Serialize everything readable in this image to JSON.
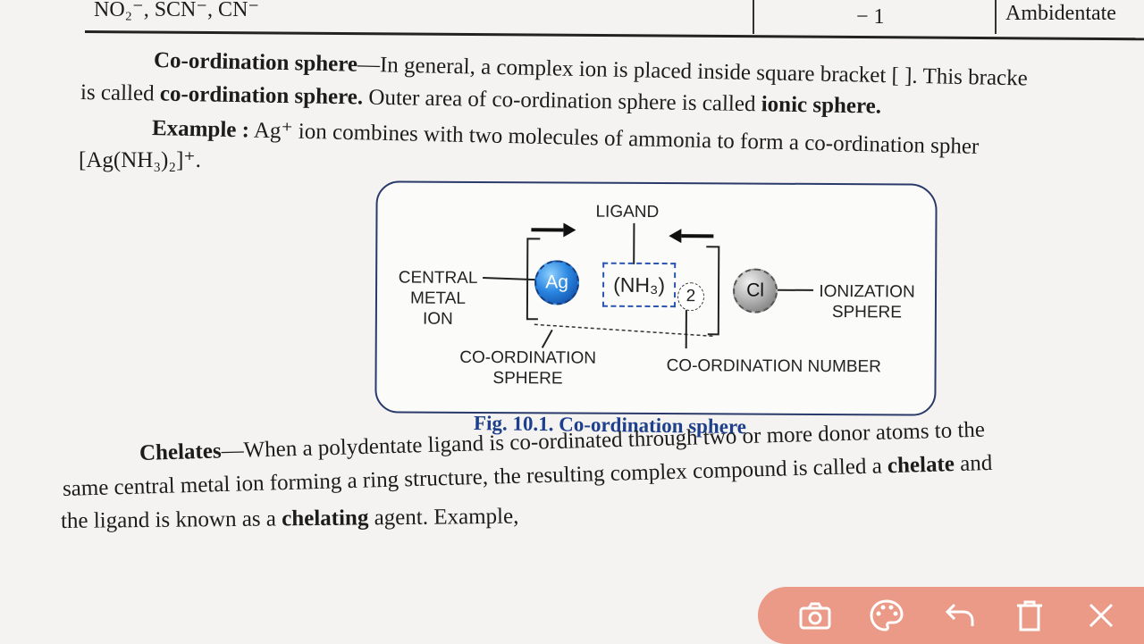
{
  "table_row": {
    "ligands": "NO₂⁻, SCN⁻, CN⁻",
    "charge": "− 1",
    "type": "Ambidentate"
  },
  "paragraphs": {
    "coord_sphere_title": "Co-ordination sphere",
    "coord_sphere_text1": "—In general, a complex ion is placed inside square bracket [ ]. This bracke",
    "coord_sphere_text2a": "is called ",
    "coord_sphere_bold2": "co-ordination sphere.",
    "coord_sphere_text2b": " Outer area of co-ordination sphere is called ",
    "coord_sphere_bold3": "ionic sphere.",
    "example_title": "Example :",
    "example_text": " Ag⁺ ion combines with two molecules of ammonia to form a co-ordination spher",
    "example_formula": "[Ag(NH₃)₂]⁺.",
    "chelates_title": "Chelates",
    "chelates_text1": "—When a polydentate ligand is co-ordinated through two or more donor atoms to the",
    "chelates_text2a": "same central metal ion forming a ring structure, the resulting complex compound is called a ",
    "chelates_bold2": "chelate",
    "chelates_text2b": " and",
    "chelates_text3a": "the ligand is known as a ",
    "chelates_bold3": "chelating",
    "chelates_text3b": " agent. Example,"
  },
  "figure": {
    "ligand_label": "LIGAND",
    "central_label_1": "CENTRAL",
    "central_label_2": "METAL",
    "central_label_3": "ION",
    "ag": "Ag",
    "nh3": "(NH₃)",
    "subscript_number": "2",
    "cl": "Cl",
    "ionization_1": "IONIZATION",
    "ionization_2": "SPHERE",
    "coord_sphere_1": "CO-ORDINATION",
    "coord_sphere_2": "SPHERE",
    "coord_number": "CO-ORDINATION NUMBER",
    "caption": "Fig. 10.1. Co-ordination sphere"
  },
  "toolbar": {
    "icons": [
      "camera-icon",
      "palette-icon",
      "undo-icon",
      "trash-icon",
      "close-icon"
    ],
    "background": "#eb9a87"
  }
}
